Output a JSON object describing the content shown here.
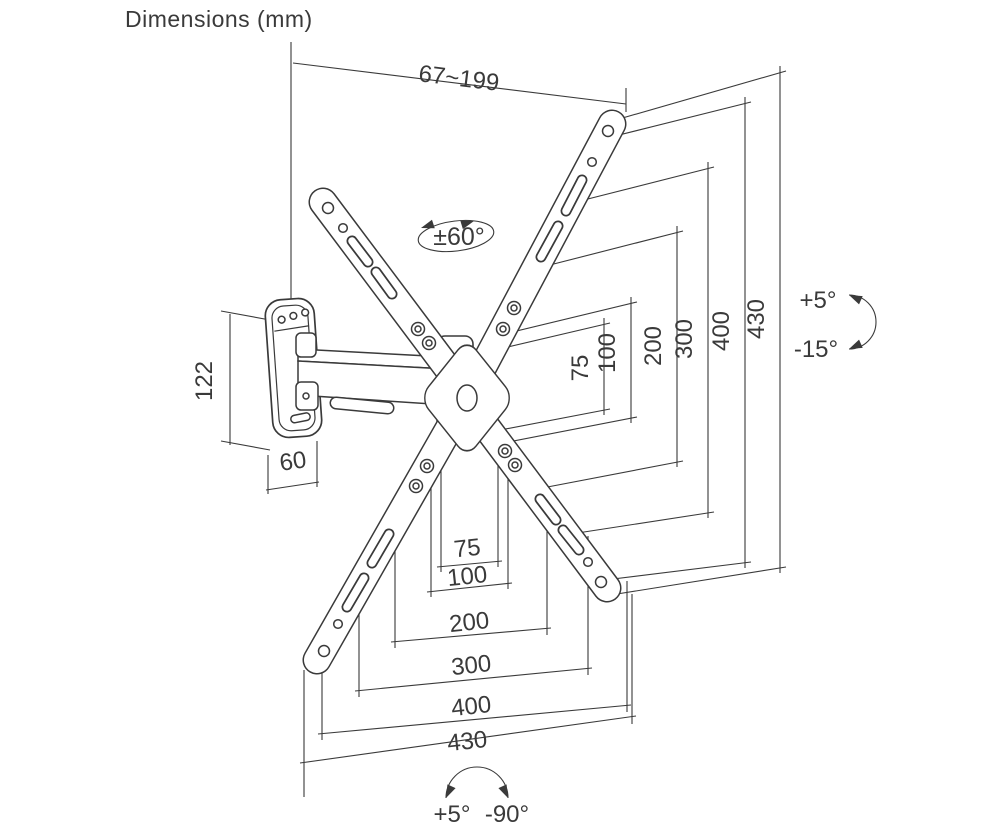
{
  "labels": {
    "title": "Dimensions (mm)",
    "arm_extension": "67~199",
    "swivel_range": "±60°",
    "tilt_up": "+5°",
    "tilt_down": "-15°",
    "plate_height": "122",
    "plate_depth": "60",
    "rotation_left": "+5°",
    "rotation_right": "-90°"
  },
  "vesa_vertical": [
    "75",
    "100",
    "200",
    "300",
    "400",
    "430"
  ],
  "vesa_horizontal": [
    "75",
    "100",
    "200",
    "300",
    "400",
    "430"
  ]
}
